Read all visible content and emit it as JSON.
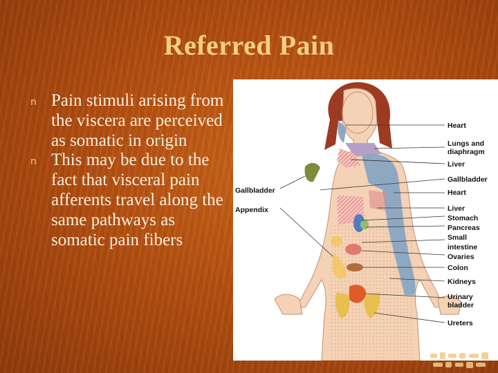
{
  "slide": {
    "title": "Referred Pain",
    "bullets": [
      {
        "marker": "n",
        "text": "Pain stimuli arising from the viscera are perceived as somatic in origin"
      },
      {
        "marker": "n",
        "text": "This may be due to the fact that visceral pain afferents travel along the same pathways as somatic pain fibers"
      }
    ]
  },
  "figure": {
    "left_labels": [
      "Gallbladder",
      "Appendix"
    ],
    "right_labels": [
      "Heart",
      "Lungs and",
      "diaphragm",
      "Liver",
      "Gallbladder",
      "Heart",
      "Liver",
      "Stomach",
      "Pancreas",
      "Small",
      "intestine",
      "Ovaries",
      "Colon",
      "Kidneys",
      "Urinary",
      "bladder",
      "Ureters"
    ],
    "colors": {
      "skin": "#f4d2b6",
      "hair": "#9c3b22",
      "heart_zone": "#8fa8c2",
      "lung_zone": "#b4a0c6",
      "liver_zone": "#e08a8a",
      "gallbladder_zone": "#7f8d3a",
      "stomach_zone": "#4f7cc2",
      "pancreas_zone": "#8fc06a",
      "small_intestine_zone": "#f4c86a",
      "ovaries_zone": "#e07a6a",
      "colon_zone": "#b46a3a",
      "kidneys_zone": "#d6a07a",
      "bladder_zone": "#e05a2a",
      "ureters_zone": "#e8c050"
    }
  }
}
